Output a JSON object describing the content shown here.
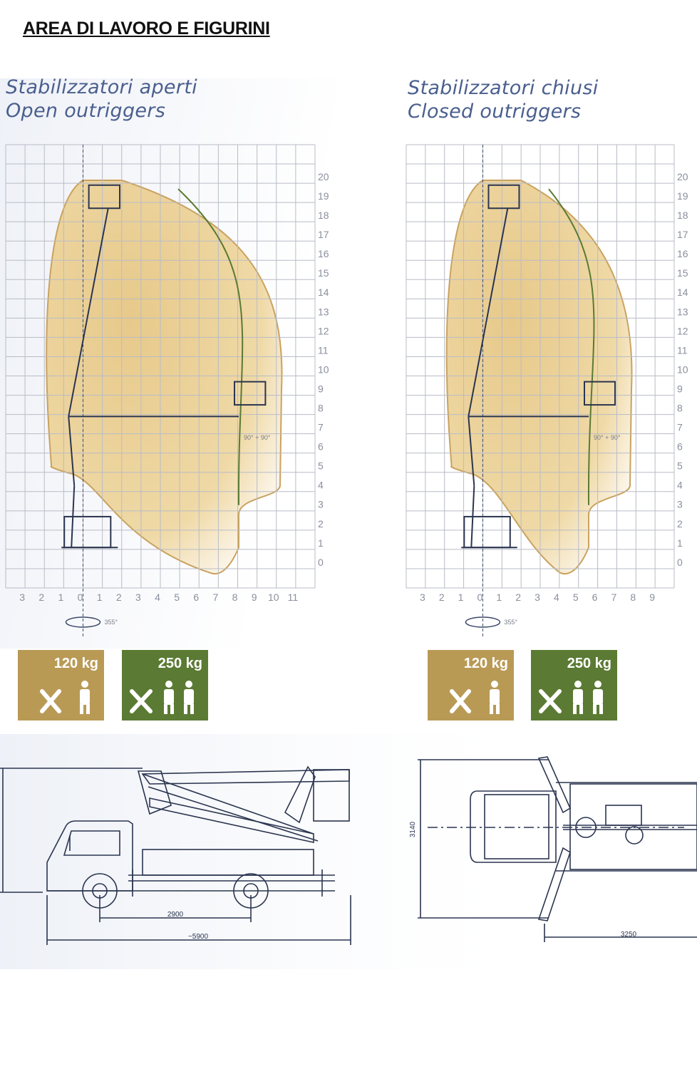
{
  "page": {
    "title": "AREA DI LAVORO E FIGURINI"
  },
  "panels": [
    {
      "title_it": "Stabilizzatori aperti",
      "title_en": "Open outriggers",
      "y_ticks": [
        "20",
        "19",
        "18",
        "17",
        "16",
        "15",
        "14",
        "13",
        "12",
        "11",
        "10",
        "9",
        "8",
        "7",
        "6",
        "5",
        "4",
        "3",
        "2",
        "1",
        "0"
      ],
      "x_ticks": [
        "3",
        "2",
        "1",
        "0",
        "1",
        "2",
        "3",
        "4",
        "5",
        "6",
        "7",
        "8",
        "9",
        "10",
        "11"
      ],
      "rotation_label": "355°",
      "basket_rotation_label": "90° + 90°"
    },
    {
      "title_it": "Stabilizzatori chiusi",
      "title_en": "Closed outriggers",
      "y_ticks": [
        "20",
        "19",
        "18",
        "17",
        "16",
        "15",
        "14",
        "13",
        "12",
        "11",
        "10",
        "9",
        "8",
        "7",
        "6",
        "5",
        "4",
        "3",
        "2",
        "1",
        "0"
      ],
      "x_ticks": [
        "3",
        "2",
        "1",
        "0",
        "1",
        "2",
        "3",
        "4",
        "5",
        "6",
        "7",
        "8",
        "9"
      ],
      "rotation_label": "355°",
      "basket_rotation_label": "90° + 90°"
    }
  ],
  "loads": [
    {
      "label": "120 kg",
      "color": "#b99a55",
      "persons": 1,
      "icon": "tools-icon"
    },
    {
      "label": "250 kg",
      "color": "#5b7a33",
      "persons": 2,
      "icon": "tools-icon"
    },
    {
      "label": "120 kg",
      "color": "#b99a55",
      "persons": 1,
      "icon": "tools-icon"
    },
    {
      "label": "250 kg",
      "color": "#5b7a33",
      "persons": 2,
      "icon": "tools-icon"
    }
  ],
  "dimensions": {
    "wheelbase": "2900",
    "length": "~5900",
    "width": "3140",
    "outrigger_length": "3250"
  },
  "colors": {
    "area_fill": "#efd9a6",
    "area_stroke": "#c9a25f",
    "green_line": "#5b7a33",
    "grid": "#b9bcc6",
    "title_blue": "#4a5f8e",
    "drawing": "#2b3550"
  }
}
